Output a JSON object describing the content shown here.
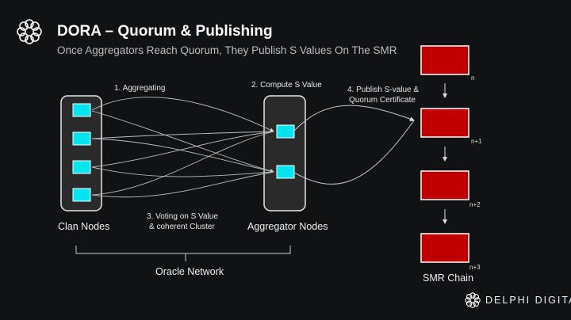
{
  "header": {
    "title": "DORA – Quorum & Publishing",
    "subtitle": "Once Aggregators Reach Quorum, They Publish S Values On The SMR"
  },
  "steps": {
    "step1": "1. Aggregating",
    "step2": "2. Compute S Value",
    "step3_line1": "3. Voting on S Value",
    "step3_line2": "& coherent Cluster",
    "step4_line1": "4. Publish S-value &",
    "step4_line2": "Quorum Certificate"
  },
  "groups": {
    "clan_nodes": "Clan Nodes",
    "aggregator_nodes": "Aggregator Nodes",
    "oracle_network": "Oracle Network",
    "smr_chain": "SMR Chain"
  },
  "chain_blocks": [
    {
      "label": "n"
    },
    {
      "label": "n+1"
    },
    {
      "label": "n+2"
    },
    {
      "label": "n+3"
    }
  ],
  "colors": {
    "node": "#00e5f0",
    "block": "#c00000",
    "background": "#111214",
    "container": "#2a2a2a"
  },
  "footer": {
    "brand": "DELPHI DIGITAL"
  }
}
